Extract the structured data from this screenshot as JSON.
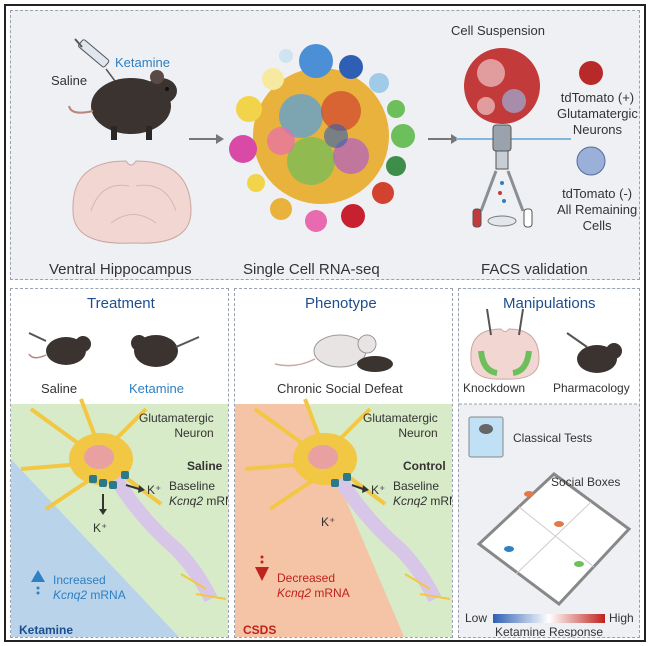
{
  "top": {
    "saline": "Saline",
    "ketamine": "Ketamine",
    "ventral_hippocampus": "Ventral Hippocampus",
    "single_cell": "Single Cell RNA-seq",
    "cell_suspension": "Cell Suspension",
    "tdtomato_pos_1": "tdTomato (+)",
    "tdtomato_pos_2": "Glutamatergic",
    "tdtomato_pos_3": "Neurons",
    "tdtomato_neg_1": "tdTomato (-)",
    "tdtomato_neg_2": "All Remaining",
    "tdtomato_neg_3": "Cells",
    "facs": "FACS validation"
  },
  "treatment": {
    "title": "Treatment",
    "saline": "Saline",
    "ketamine": "Ketamine",
    "neuron_1": "Glutamatergic",
    "neuron_2": "Neuron",
    "condition": "Saline",
    "kplus_1": "K⁺",
    "baseline": "Baseline",
    "mrna_gene": "Kcnq2",
    "mrna_suffix": " mRNA",
    "kplus_2": "K⁺",
    "increased": "Increased",
    "inc_gene": "Kcnq2",
    "inc_suffix": " mRNA",
    "corner": "Ketamine"
  },
  "phenotype": {
    "title": "Phenotype",
    "label": "Chronic Social Defeat",
    "neuron_1": "Glutamatergic",
    "neuron_2": "Neuron",
    "condition": "Control",
    "kplus_1": "K⁺",
    "baseline": "Baseline",
    "mrna_gene": "Kcnq2",
    "mrna_suffix": " mRNA",
    "kplus_2": "K⁺",
    "decreased": "Decreased",
    "dec_gene": "Kcnq2",
    "dec_suffix": " mRNA",
    "corner": "CSDS"
  },
  "manipulations": {
    "title": "Manipulations",
    "knockdown": "Knockdown",
    "pharmacology": "Pharmacology",
    "classical": "Classical Tests",
    "social": "Social Boxes",
    "low": "Low",
    "high": "High",
    "response": "Ketamine Response"
  },
  "colors": {
    "title_blue": "#1f4e8c",
    "ketamine_blue": "#2f7fc1",
    "decrease_red": "#c0221c",
    "neuron_yellow": "#f2c744",
    "saline_bg": "#d8ebc8",
    "ketamine_bg": "#b9d3ea",
    "csds_bg": "#f5c3a6"
  }
}
